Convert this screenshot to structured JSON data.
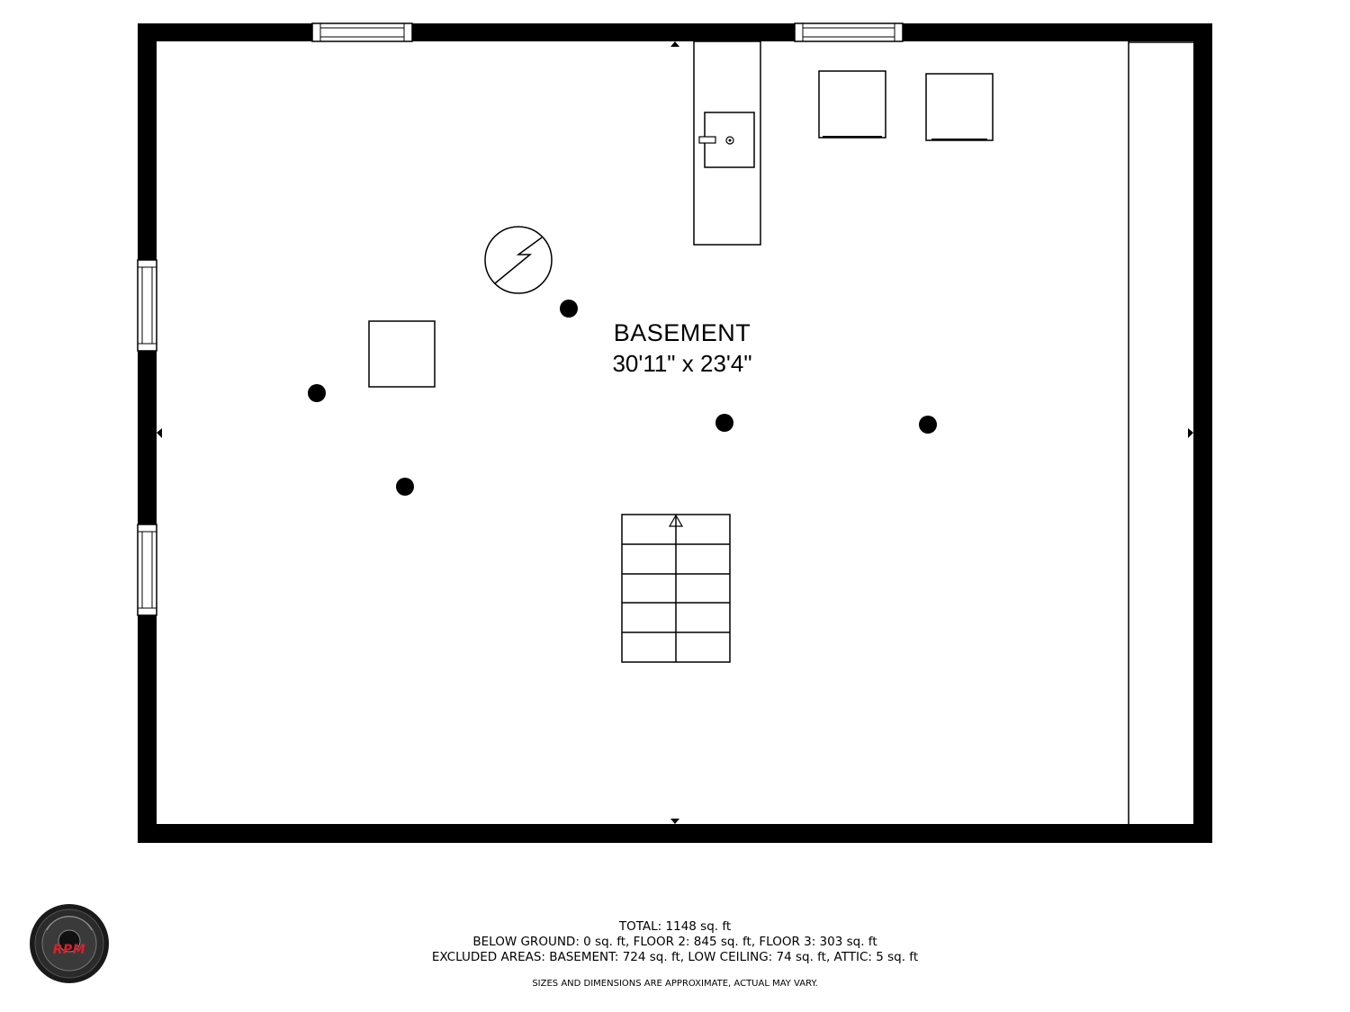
{
  "room": {
    "name": "BASEMENT",
    "dimensions": "30'11\" x 23'4\""
  },
  "summary": {
    "total": "TOTAL: 1148 sq. ft",
    "below_ground": "BELOW GROUND: 0 sq. ft, FLOOR 2: 845 sq. ft, FLOOR 3: 303 sq. ft",
    "excluded": "EXCLUDED AREAS: BASEMENT: 724 sq. ft, LOW CEILING: 74 sq. ft, ATTIC: 5 sq. ft",
    "disclaimer": "SIZES AND DIMENSIONS ARE APPROXIMATE, ACTUAL MAY VARY."
  },
  "logo": {
    "text": "RPM",
    "accent_color": "#d8202a"
  },
  "colors": {
    "wall": "#000000",
    "background": "#ffffff"
  },
  "icons": [
    "electrical-panel-icon",
    "support-post-icon",
    "water-heater-icon",
    "stairs-icon",
    "window-icon",
    "dimension-arrow-icon"
  ]
}
